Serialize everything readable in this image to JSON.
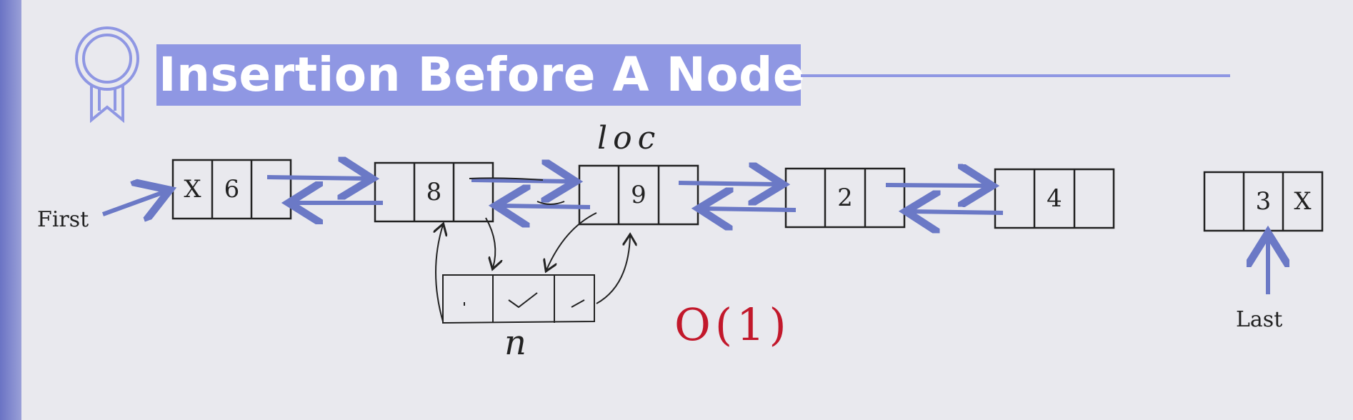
{
  "slide": {
    "title": "Insertion Before A Node",
    "loc_label": "loc",
    "new_node_label": "n",
    "complexity": "O(1)",
    "first_label": "First",
    "last_label": "Last"
  },
  "nodes": [
    {
      "prev": "X",
      "data": "6",
      "next": ""
    },
    {
      "prev": "",
      "data": "8",
      "next": ""
    },
    {
      "prev": "",
      "data": "9",
      "next": ""
    },
    {
      "prev": "",
      "data": "2",
      "next": ""
    },
    {
      "prev": "",
      "data": "4",
      "next": ""
    },
    {
      "prev": "",
      "data": "3",
      "next": "X"
    }
  ],
  "colors": {
    "accent": "#8f97e3",
    "arrow": "#6b79c6",
    "ink": "#222222",
    "red_ink": "#c2182b"
  }
}
